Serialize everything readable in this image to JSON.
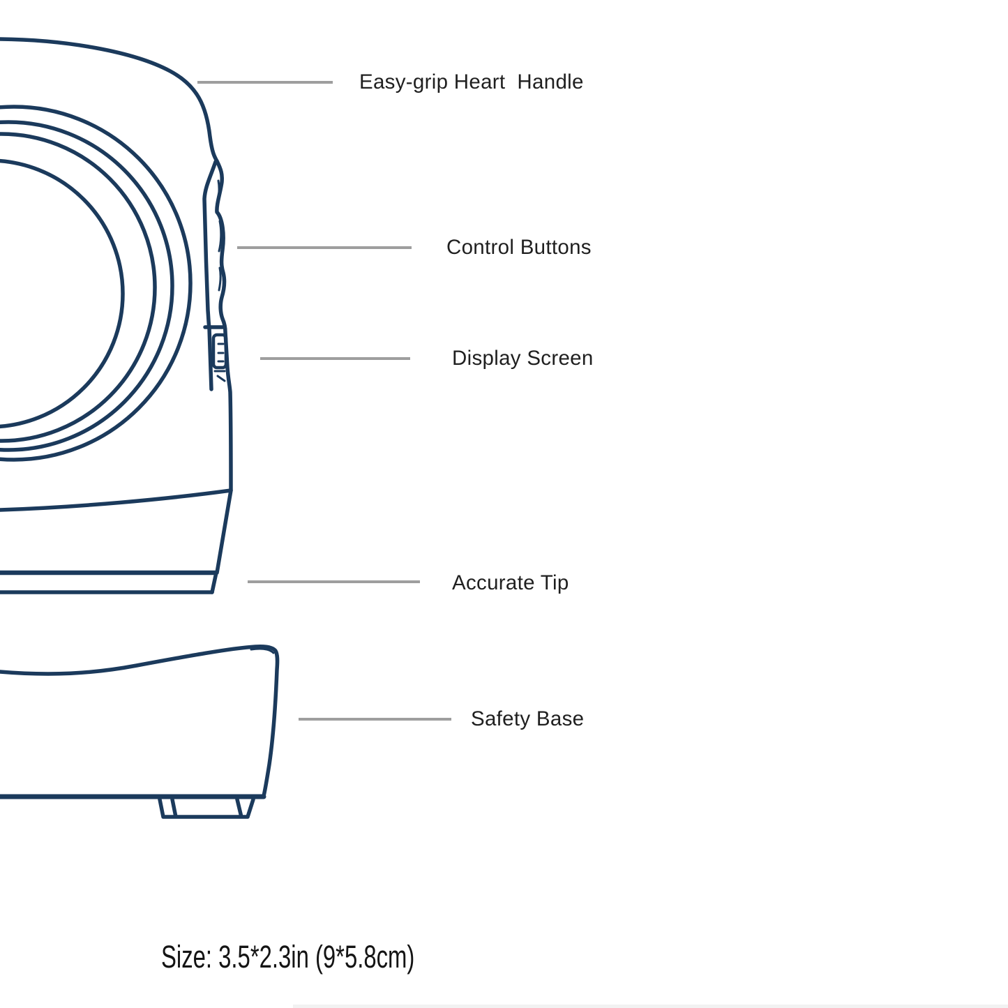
{
  "colors": {
    "page_bg": "#ffffff",
    "line": "#1b3a5c",
    "leader": "#9e9e9e",
    "label_text": "#1f1f1f",
    "size_text": "#141414"
  },
  "labels": [
    {
      "text": "Easy-grip Heart  Handle"
    },
    {
      "text": "Control Buttons"
    },
    {
      "text": "Display Screen"
    },
    {
      "text": "Accurate Tip"
    },
    {
      "text": "Safety Base"
    }
  ],
  "size_note": "Size: 3.5*2.3in (9*5.8cm)"
}
